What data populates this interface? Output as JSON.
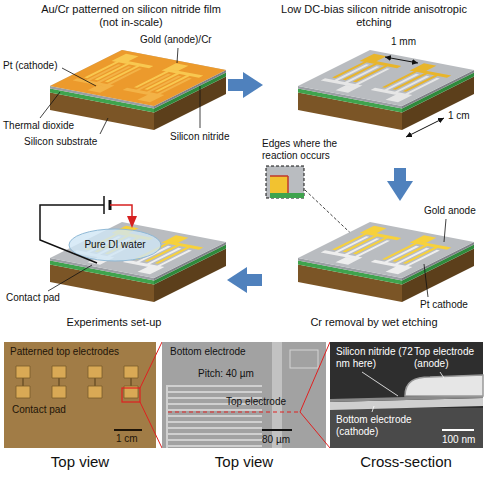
{
  "diagram": {
    "nodes": [
      {
        "text": [
          "Au/Cr patterned on silicon nitride film (not in-scale)"
        ]
      },
      {
        "text": [
          "Low DC-bias silicon nitride anisotropic etching"
        ]
      },
      {
        "text": [
          "Cr removal by wet etching"
        ]
      },
      {
        "text": [
          "Experiments set-up"
        ]
      }
    ],
    "edges": [
      {
        "from": 0,
        "to": 1,
        "arrow": "to"
      },
      {
        "from": 1,
        "to": 2,
        "arrow": "to"
      },
      {
        "from": 2,
        "to": 3,
        "arrow": "to"
      }
    ],
    "labels": [
      "Gold (anode)/Cr",
      "Silicon nitride",
      "Pt (cathode)",
      "Thermal dioxide",
      "Silicon substrate",
      "1 mm",
      "1 cm",
      "Edges where the reaction occurs",
      "Gold anode",
      "Pt cathode",
      "Pure DI water",
      "Contact pad",
      "Patterned top electrodes",
      "Contact pad",
      "1 cm",
      "Bottom electrode",
      "Pitch: 40 µm",
      "Top electrode",
      "80 µm",
      "Silicon nitride (72 nm here)",
      "Top electrode (anode)",
      "Bottom electrode (cathode)",
      "100 nm",
      "Top view",
      "Top view",
      "Cross-section"
    ]
  }
}
